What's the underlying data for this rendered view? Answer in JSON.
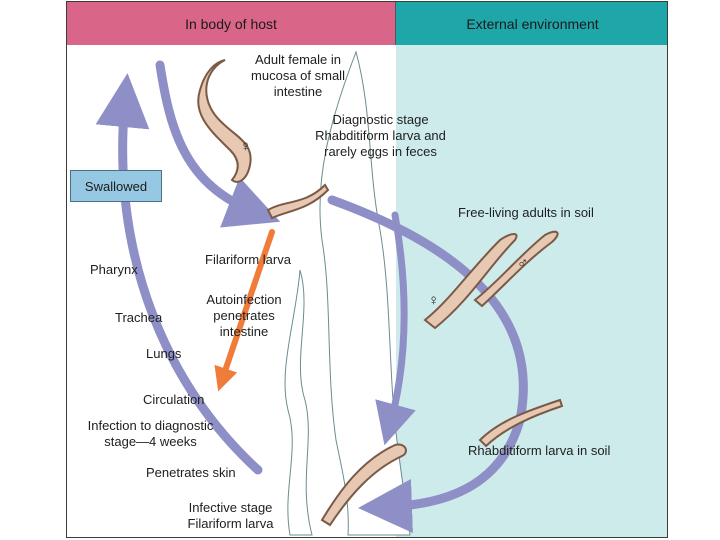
{
  "headers": {
    "left": "In body of host",
    "right": "External environment"
  },
  "labels": {
    "adult_female": "Adult female in\nmucosa of small\nintestine",
    "diagnostic": "Diagnostic stage\nRhabditiform larva and\nrarely eggs in feces",
    "swallowed": "Swallowed",
    "free_living": "Free-living adults in soil",
    "filariform": "Filariform larva",
    "pharynx": "Pharynx",
    "autoinfection": "Autoinfection\npenetrates\nintestine",
    "trachea": "Trachea",
    "lungs": "Lungs",
    "circulation": "Circulation",
    "infection": "Infection to diagnostic\nstage—4 weeks",
    "rhabditiform_soil": "Rhabditiform larva in soil",
    "penetrates": "Penetrates skin",
    "infective": "Infective stage\nFilariform larva"
  },
  "symbols": {
    "female_1": "♀",
    "female_2": "♀",
    "male": "♂"
  },
  "colors": {
    "host_header": "#d96688",
    "external_header": "#1fa6a8",
    "external_bg": "#cdebeb",
    "cycle_arrow": "#8e8fc7",
    "autoinfection_arrow": "#f07c3a",
    "worm_fill": "#e7c9b3"
  }
}
